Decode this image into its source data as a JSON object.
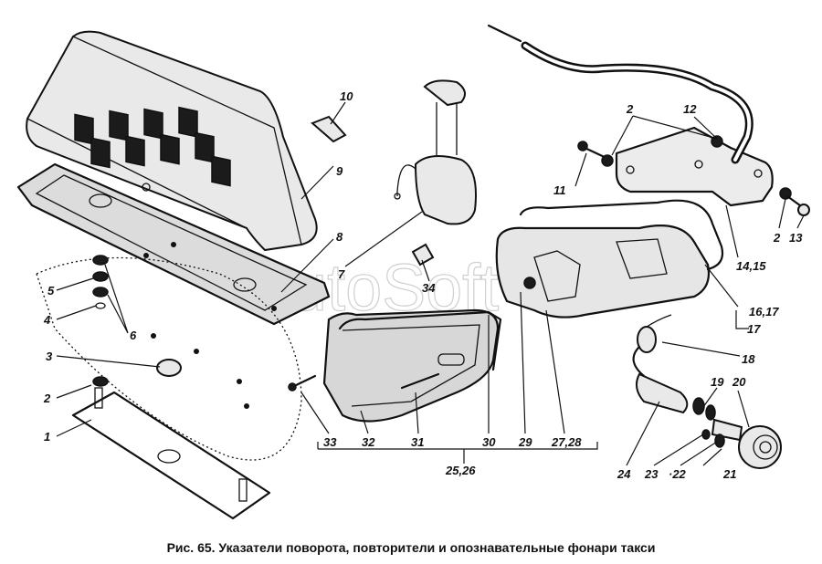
{
  "caption": "Рис. 65. Указатели поворота, повторители и опознавательные фонари такси",
  "watermark": "AutoSoft",
  "labels": {
    "l1": "1",
    "l2a": "2",
    "l2b": "2",
    "l2c": "2",
    "l3": "3",
    "l4": "4",
    "l5": "5",
    "l6": "6",
    "l7": "7",
    "l8": "8",
    "l9": "9",
    "l10": "10",
    "l11": "11",
    "l12": "12",
    "l13": "13",
    "l14_15": "14,15",
    "l16_17": "16,17",
    "l17": "17",
    "l18": "18",
    "l19": "19",
    "l20": "20",
    "l21": "21",
    "l22": "·22",
    "l23": "23",
    "l24": "24",
    "l25_26": "25,26",
    "l27_28": "27,28",
    "l29": "29",
    "l30": "30",
    "l31": "31",
    "l32": "32",
    "l33": "33",
    "l34": "34"
  }
}
